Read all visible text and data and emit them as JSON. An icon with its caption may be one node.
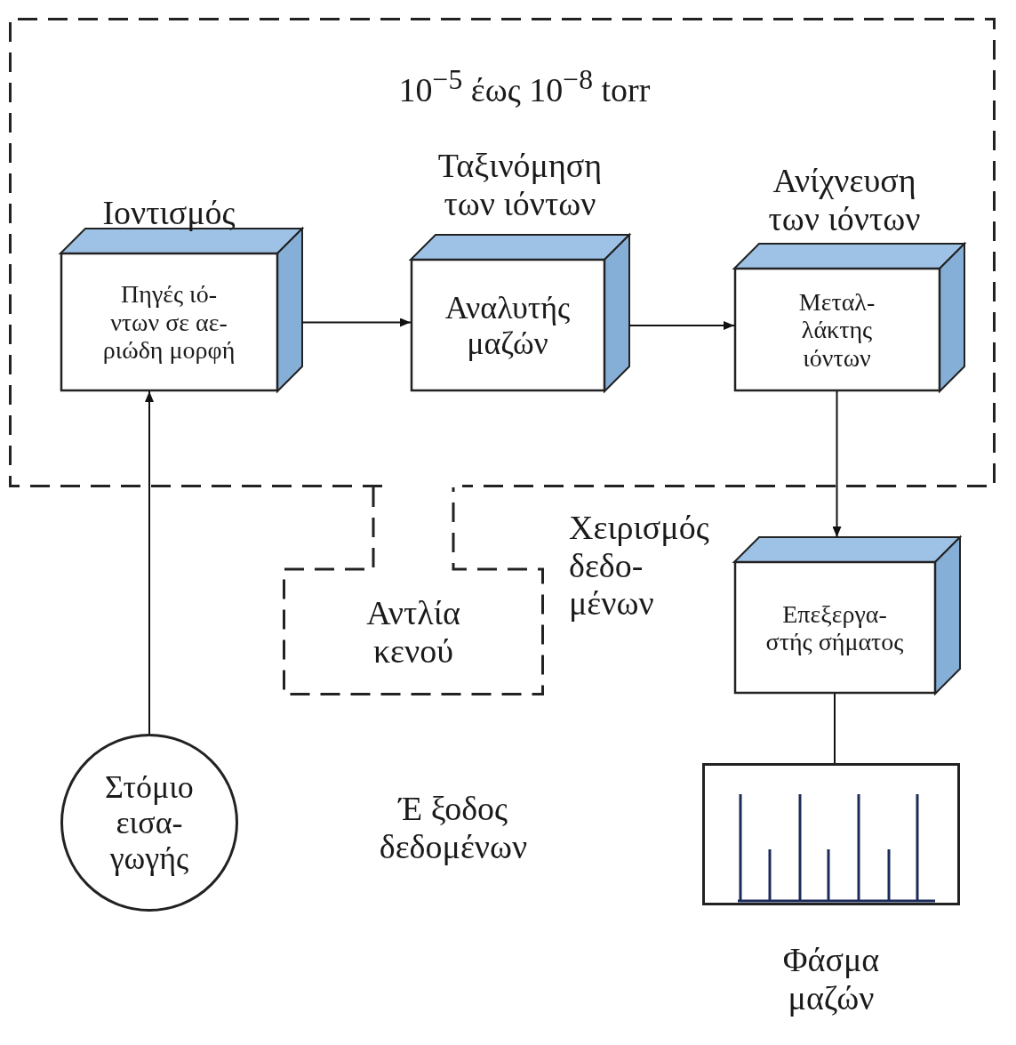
{
  "diagram": {
    "nodes": [
      {
        "text": [
          "10$^{−5}$ έως 10$^{−8}$ torr"
        ]
      },
      {
        "text": [
          "Ιοντισμός",
          "Πηγές ιό- ντων σε αε- ριώδη μορφή"
        ],
        "in": 0
      },
      {
        "text": [
          "Ταξινόμηση των ιόντων",
          "Αναλυτής μαζών"
        ],
        "in": 0
      },
      {
        "text": [
          "Ανίχνευση των ιόντων",
          "Μεταλ- λάκτης ιόντων"
        ],
        "in": 0
      },
      {
        "text": [
          "Αντλία κενού"
        ]
      },
      {
        "text": [
          "Χειρισμός δεδο- μένων",
          "Επεξεργα- στής σήματος"
        ]
      },
      {
        "text": [
          "Στόμιο εισα- γωγής"
        ]
      },
      {
        "text": [
          "Φάσμα μαζών"
        ]
      }
    ],
    "edges": [
      {
        "from": 6,
        "to": 1,
        "arrow": "to"
      },
      {
        "from": 1,
        "to": 2,
        "arrow": "to"
      },
      {
        "from": 2,
        "to": 3,
        "arrow": "to"
      },
      {
        "from": 3,
        "to": 5,
        "arrow": "to"
      },
      {
        "from": 5,
        "to": 7,
        "arrow": "none"
      }
    ],
    "labels": [
      "Έ ξοδος δεδομένων"
    ]
  }
}
